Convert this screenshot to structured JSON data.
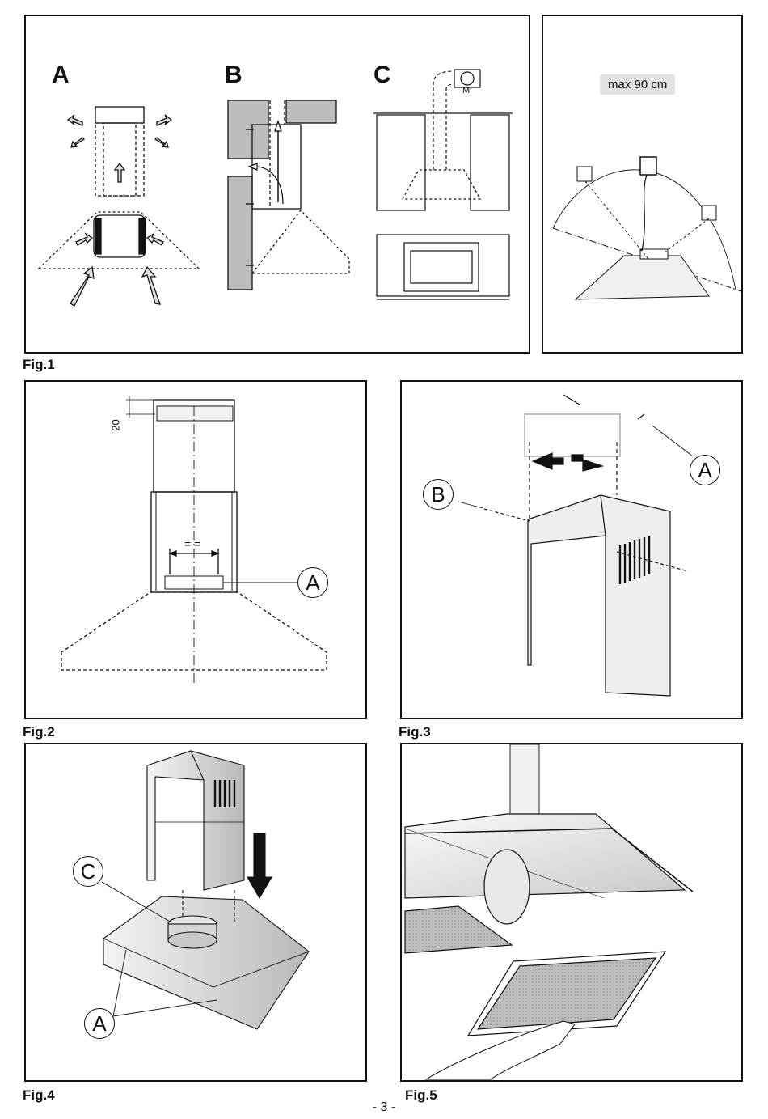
{
  "figures": {
    "fig1": {
      "label": "Fig.1",
      "variants": [
        "A",
        "B",
        "C"
      ],
      "motor_symbol": "M",
      "max_distance": "max 90 cm"
    },
    "fig2": {
      "label": "Fig.2",
      "dimension": "20",
      "callout": "A",
      "equal_marks": "= ="
    },
    "fig3": {
      "label": "Fig.3",
      "callout_a": "A",
      "callout_b": "B"
    },
    "fig4": {
      "label": "Fig.4",
      "callout_c": "C",
      "callout_a": "A"
    },
    "fig5": {
      "label": "Fig.5"
    }
  },
  "page_number": "- 3 -"
}
